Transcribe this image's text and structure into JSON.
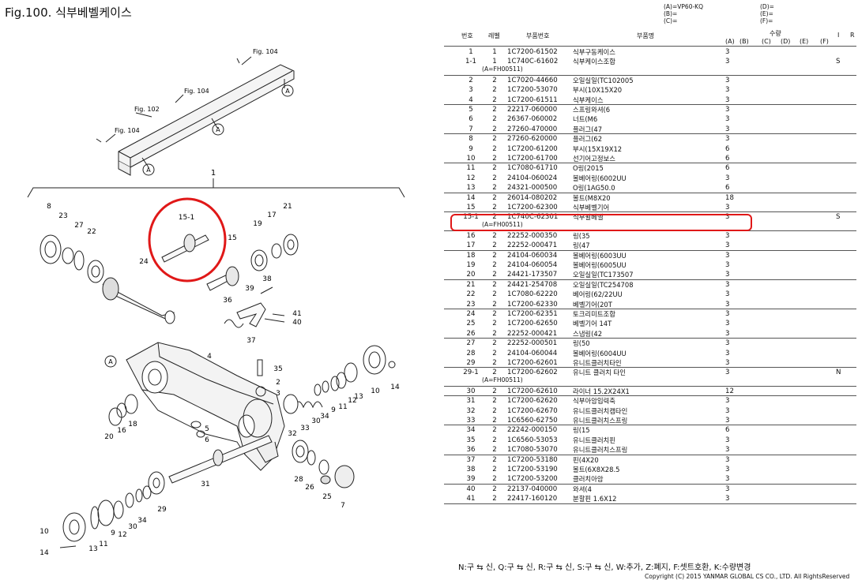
{
  "figure_title": "Fig.100.  식부베벨케이스",
  "codes": [
    "(A)=VP60-KQ",
    "(B)=",
    "(C)=",
    "(D)=",
    "(E)=",
    "(F)="
  ],
  "headers": {
    "no": "번호",
    "level": "레벨",
    "part_no": "부품번호",
    "name": "부품명",
    "qty": "수량",
    "qty_cols": [
      "(A)",
      "(B)",
      "(C)",
      "(D)",
      "(E)",
      "(F)"
    ],
    "i": "I",
    "r": "R"
  },
  "note_text": "(A=FH00511)",
  "rows": [
    {
      "no": "1",
      "lv": "1",
      "pn": "1C7200-61502",
      "name": "식부구동케이스",
      "qa": "3",
      "ir": ""
    },
    {
      "no": "1-1",
      "lv": "1",
      "pn": "1C740C-61602",
      "name": "식부케이스조합",
      "qa": "3",
      "ir": "S"
    },
    {
      "no": "2",
      "lv": "2",
      "pn": "1C7020-44660",
      "name": "오일실일(TC102005",
      "qa": "3",
      "ir": ""
    },
    {
      "no": "3",
      "lv": "2",
      "pn": "1C7200-53070",
      "name": "부시(10X15X20",
      "qa": "3",
      "ir": ""
    },
    {
      "no": "4",
      "lv": "2",
      "pn": "1C7200-61511",
      "name": "식부케이스",
      "qa": "3",
      "ir": ""
    },
    {
      "no": "5",
      "lv": "2",
      "pn": "22217-060000",
      "name": "스프링와셔(6",
      "qa": "3",
      "ir": ""
    },
    {
      "no": "6",
      "lv": "2",
      "pn": "26367-060002",
      "name": "너트(M6",
      "qa": "3",
      "ir": ""
    },
    {
      "no": "7",
      "lv": "2",
      "pn": "27260-470000",
      "name": "플러그(47",
      "qa": "3",
      "ir": ""
    },
    {
      "no": "8",
      "lv": "2",
      "pn": "27260-620000",
      "name": "플러그(62",
      "qa": "3",
      "ir": ""
    },
    {
      "no": "9",
      "lv": "2",
      "pn": "1C7200-61200",
      "name": "부시(15X19X12",
      "qa": "6",
      "ir": ""
    },
    {
      "no": "10",
      "lv": "2",
      "pn": "1C7200-61700",
      "name": "선기어고정보스",
      "qa": "6",
      "ir": ""
    },
    {
      "no": "11",
      "lv": "2",
      "pn": "1C7080-61710",
      "name": "O링(2015",
      "qa": "6",
      "ir": ""
    },
    {
      "no": "12",
      "lv": "2",
      "pn": "24104-060024",
      "name": "볼베어링(6002UU",
      "qa": "3",
      "ir": ""
    },
    {
      "no": "13",
      "lv": "2",
      "pn": "24321-000500",
      "name": "O링(1AG50.0",
      "qa": "6",
      "ir": ""
    },
    {
      "no": "14",
      "lv": "2",
      "pn": "26014-080202",
      "name": "볼트(M8X20",
      "qa": "18",
      "ir": ""
    },
    {
      "no": "15",
      "lv": "2",
      "pn": "1C7200-62300",
      "name": "식부베벨기어",
      "qa": "3",
      "ir": ""
    },
    {
      "no": "15-1",
      "lv": "2",
      "pn": "1C740C-62301",
      "name": "식부윌베벨",
      "qa": "3",
      "ir": "S"
    },
    {
      "no": "16",
      "lv": "2",
      "pn": "22252-000350",
      "name": "링(35",
      "qa": "3",
      "ir": ""
    },
    {
      "no": "17",
      "lv": "2",
      "pn": "22252-000471",
      "name": "링(47",
      "qa": "3",
      "ir": ""
    },
    {
      "no": "18",
      "lv": "2",
      "pn": "24104-060034",
      "name": "볼베어링(6003UU",
      "qa": "3",
      "ir": ""
    },
    {
      "no": "19",
      "lv": "2",
      "pn": "24104-060054",
      "name": "볼베어링(6005UU",
      "qa": "3",
      "ir": ""
    },
    {
      "no": "20",
      "lv": "2",
      "pn": "24421-173507",
      "name": "오일실일(TC173507",
      "qa": "3",
      "ir": ""
    },
    {
      "no": "21",
      "lv": "2",
      "pn": "24421-254708",
      "name": "오일실일(TC254708",
      "qa": "3",
      "ir": ""
    },
    {
      "no": "22",
      "lv": "2",
      "pn": "1C7080-62220",
      "name": "베어링(62/22UU",
      "qa": "3",
      "ir": ""
    },
    {
      "no": "23",
      "lv": "2",
      "pn": "1C7200-62330",
      "name": "베벨기어(20T",
      "qa": "3",
      "ir": ""
    },
    {
      "no": "24",
      "lv": "2",
      "pn": "1C7200-62351",
      "name": "토크리미트조합",
      "qa": "3",
      "ir": ""
    },
    {
      "no": "25",
      "lv": "2",
      "pn": "1C7200-62650",
      "name": "베벨기어 14T",
      "qa": "3",
      "ir": ""
    },
    {
      "no": "26",
      "lv": "2",
      "pn": "22252-000421",
      "name": "스냅링(42",
      "qa": "3",
      "ir": ""
    },
    {
      "no": "27",
      "lv": "2",
      "pn": "22252-000501",
      "name": "링(50",
      "qa": "3",
      "ir": ""
    },
    {
      "no": "28",
      "lv": "2",
      "pn": "24104-060044",
      "name": "볼베어링(6004UU",
      "qa": "3",
      "ir": ""
    },
    {
      "no": "29",
      "lv": "2",
      "pn": "1C7200-62601",
      "name": "유니트클러치타인",
      "qa": "3",
      "ir": ""
    },
    {
      "no": "29-1",
      "lv": "2",
      "pn": "1C7200-62602",
      "name": "유니트 클러치 타인",
      "qa": "3",
      "ir": "N"
    },
    {
      "no": "30",
      "lv": "2",
      "pn": "1C7200-62610",
      "name": "라이너 15.2X24X1",
      "qa": "12",
      "ir": ""
    },
    {
      "no": "31",
      "lv": "2",
      "pn": "1C7200-62620",
      "name": "식부아암입력축",
      "qa": "3",
      "ir": ""
    },
    {
      "no": "32",
      "lv": "2",
      "pn": "1C7200-62670",
      "name": "유니트클러치캠타인",
      "qa": "3",
      "ir": ""
    },
    {
      "no": "33",
      "lv": "2",
      "pn": "1C6560-62750",
      "name": "유니트클러치스프링",
      "qa": "3",
      "ir": ""
    },
    {
      "no": "34",
      "lv": "2",
      "pn": "22242-000150",
      "name": "링(15",
      "qa": "6",
      "ir": ""
    },
    {
      "no": "35",
      "lv": "2",
      "pn": "1C6560-53053",
      "name": "유니트클러치핀",
      "qa": "3",
      "ir": ""
    },
    {
      "no": "36",
      "lv": "2",
      "pn": "1C7080-53070",
      "name": "유니트클러치스프링",
      "qa": "3",
      "ir": ""
    },
    {
      "no": "37",
      "lv": "2",
      "pn": "1C7200-53180",
      "name": "핀(4X20",
      "qa": "3",
      "ir": ""
    },
    {
      "no": "38",
      "lv": "2",
      "pn": "1C7200-53190",
      "name": "볼트(6X8X28.5",
      "qa": "3",
      "ir": ""
    },
    {
      "no": "39",
      "lv": "2",
      "pn": "1C7200-53200",
      "name": "클러치아암",
      "qa": "3",
      "ir": ""
    },
    {
      "no": "40",
      "lv": "2",
      "pn": "22137-040000",
      "name": "와셔(4",
      "qa": "3",
      "ir": ""
    },
    {
      "no": "41",
      "lv": "2",
      "pn": "22417-160120",
      "name": "분할핀 1.6X12",
      "qa": "3",
      "ir": ""
    }
  ],
  "footer_legend": "N:구 ⇆ 신, Q:구 ⇆ 신, R:구 ⇆ 신, S:구 ⇆ 신, W:추가, Z:폐지, F:셋트호환, K:수량변경",
  "copyright": "Copyright (C) 2015 YANMAR GLOBAL CS CO., LTD. All RightsReserved",
  "diagram": {
    "fig_refs": [
      "Fig. 104",
      "Fig. 104",
      "Fig. 102",
      "Fig. 104"
    ],
    "callout_A": "A",
    "assembly_label": "1",
    "highlight_label": "15-1",
    "labels": [
      "8",
      "23",
      "27",
      "22",
      "24",
      "15",
      "19",
      "17",
      "21",
      "38",
      "39",
      "36",
      "41",
      "40",
      "37",
      "4",
      "35",
      "2",
      "3",
      "5",
      "6",
      "20",
      "16",
      "18",
      "33",
      "30",
      "34",
      "9",
      "10",
      "11",
      "12",
      "13",
      "14",
      "31",
      "32",
      "28",
      "26",
      "25",
      "7",
      "29",
      "30",
      "34",
      "12",
      "9",
      "11",
      "10",
      "13",
      "14"
    ]
  },
  "colors": {
    "highlight": "#e01818",
    "ink": "#111111"
  }
}
